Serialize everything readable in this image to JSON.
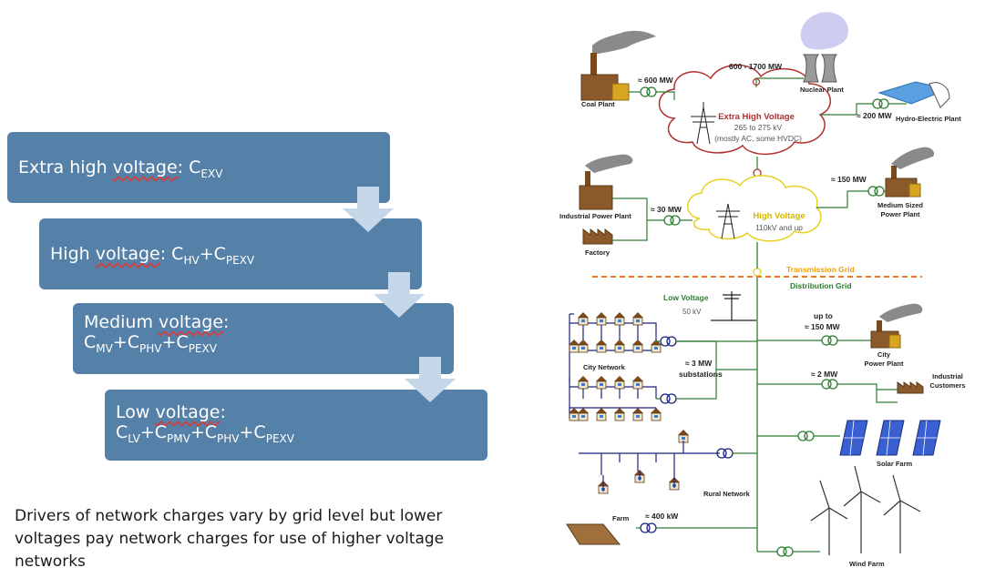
{
  "cascade": {
    "level1": {
      "label": "Extra high ",
      "label_u": "voltage",
      "colon": ":",
      "formula": [
        {
          "t": "C",
          "s": "EXV"
        }
      ]
    },
    "level2": {
      "label": "High ",
      "label_u": "voltage",
      "colon": ":",
      "formula": [
        {
          "t": "C",
          "s": "HV"
        },
        {
          "t": "+C",
          "s": "PEXV"
        }
      ]
    },
    "level3": {
      "label": "Medium ",
      "label_u": "voltage",
      "colon": ":",
      "formula": [
        {
          "t": "C",
          "s": "MV"
        },
        {
          "t": "+C",
          "s": "PHV"
        },
        {
          "t": "+C",
          "s": "PEXV"
        }
      ]
    },
    "level4": {
      "label": "Low ",
      "label_u": "voltage",
      "colon": ":",
      "formula": [
        {
          "t": "C",
          "s": "LV"
        },
        {
          "t": "+C",
          "s": "PMV"
        },
        {
          "t": "+C",
          "s": "PHV"
        },
        {
          "t": "+C",
          "s": "PEXV"
        }
      ]
    }
  },
  "note": {
    "text": "Drivers of network charges vary by grid level but lower voltages pay network charges for use of higher voltage networks"
  },
  "diagram": {
    "coal_plant": "Coal Plant",
    "coal_mw": "≈ 600  MW",
    "nuclear_mw": "600 - 1700  MW",
    "nuclear_plant": "Nuclear Plant",
    "hydro_plant": "Hydro-Electric Plant",
    "hydro_mw": "≈ 200  MW",
    "ehv_title": "Extra High Voltage",
    "ehv_range": "265 to 275 kV",
    "ehv_note": "(mostly AC, some HVDC)",
    "medium_mw": "≈ 150  MW",
    "medium_plant_1": "Medium Sized",
    "medium_plant_2": "Power Plant",
    "industrial_plant": "Industrial Power Plant",
    "industrial_mw": "≈ 30 MW",
    "factory": "Factory",
    "hv_title": "High Voltage",
    "hv_range": "110kV and up",
    "transmission_grid": "Transmission Grid",
    "distribution_grid": "Distribution Grid",
    "lv_title": "Low Voltage",
    "lv_range": "50 kV",
    "city_up_to": "up to",
    "city_mw": "≈ 150  MW",
    "city_plant_1": "City",
    "city_plant_2": "Power Plant",
    "city_network": "City Network",
    "substations_1": "≈ 3  MW",
    "substations_2": "substations",
    "industrial_customers_mw": "≈ 2  MW",
    "industrial_customers_1": "Industrial",
    "industrial_customers_2": "Customers",
    "solar_farm": "Solar Farm",
    "rural_network": "Rural Network",
    "farm": "Farm",
    "farm_kw": "≈ 400 kW",
    "wind_farm": "Wind Farm"
  },
  "colors": {
    "box_fill": "#5580a8",
    "arrow_fill": "#c6d7ea",
    "ehv_cloud_stroke": "#b03030",
    "hv_cloud_stroke": "#e8d020",
    "distribution_line": "#2e7d32",
    "transmission_dash": "#f07820",
    "network_line": "#1a237e"
  }
}
